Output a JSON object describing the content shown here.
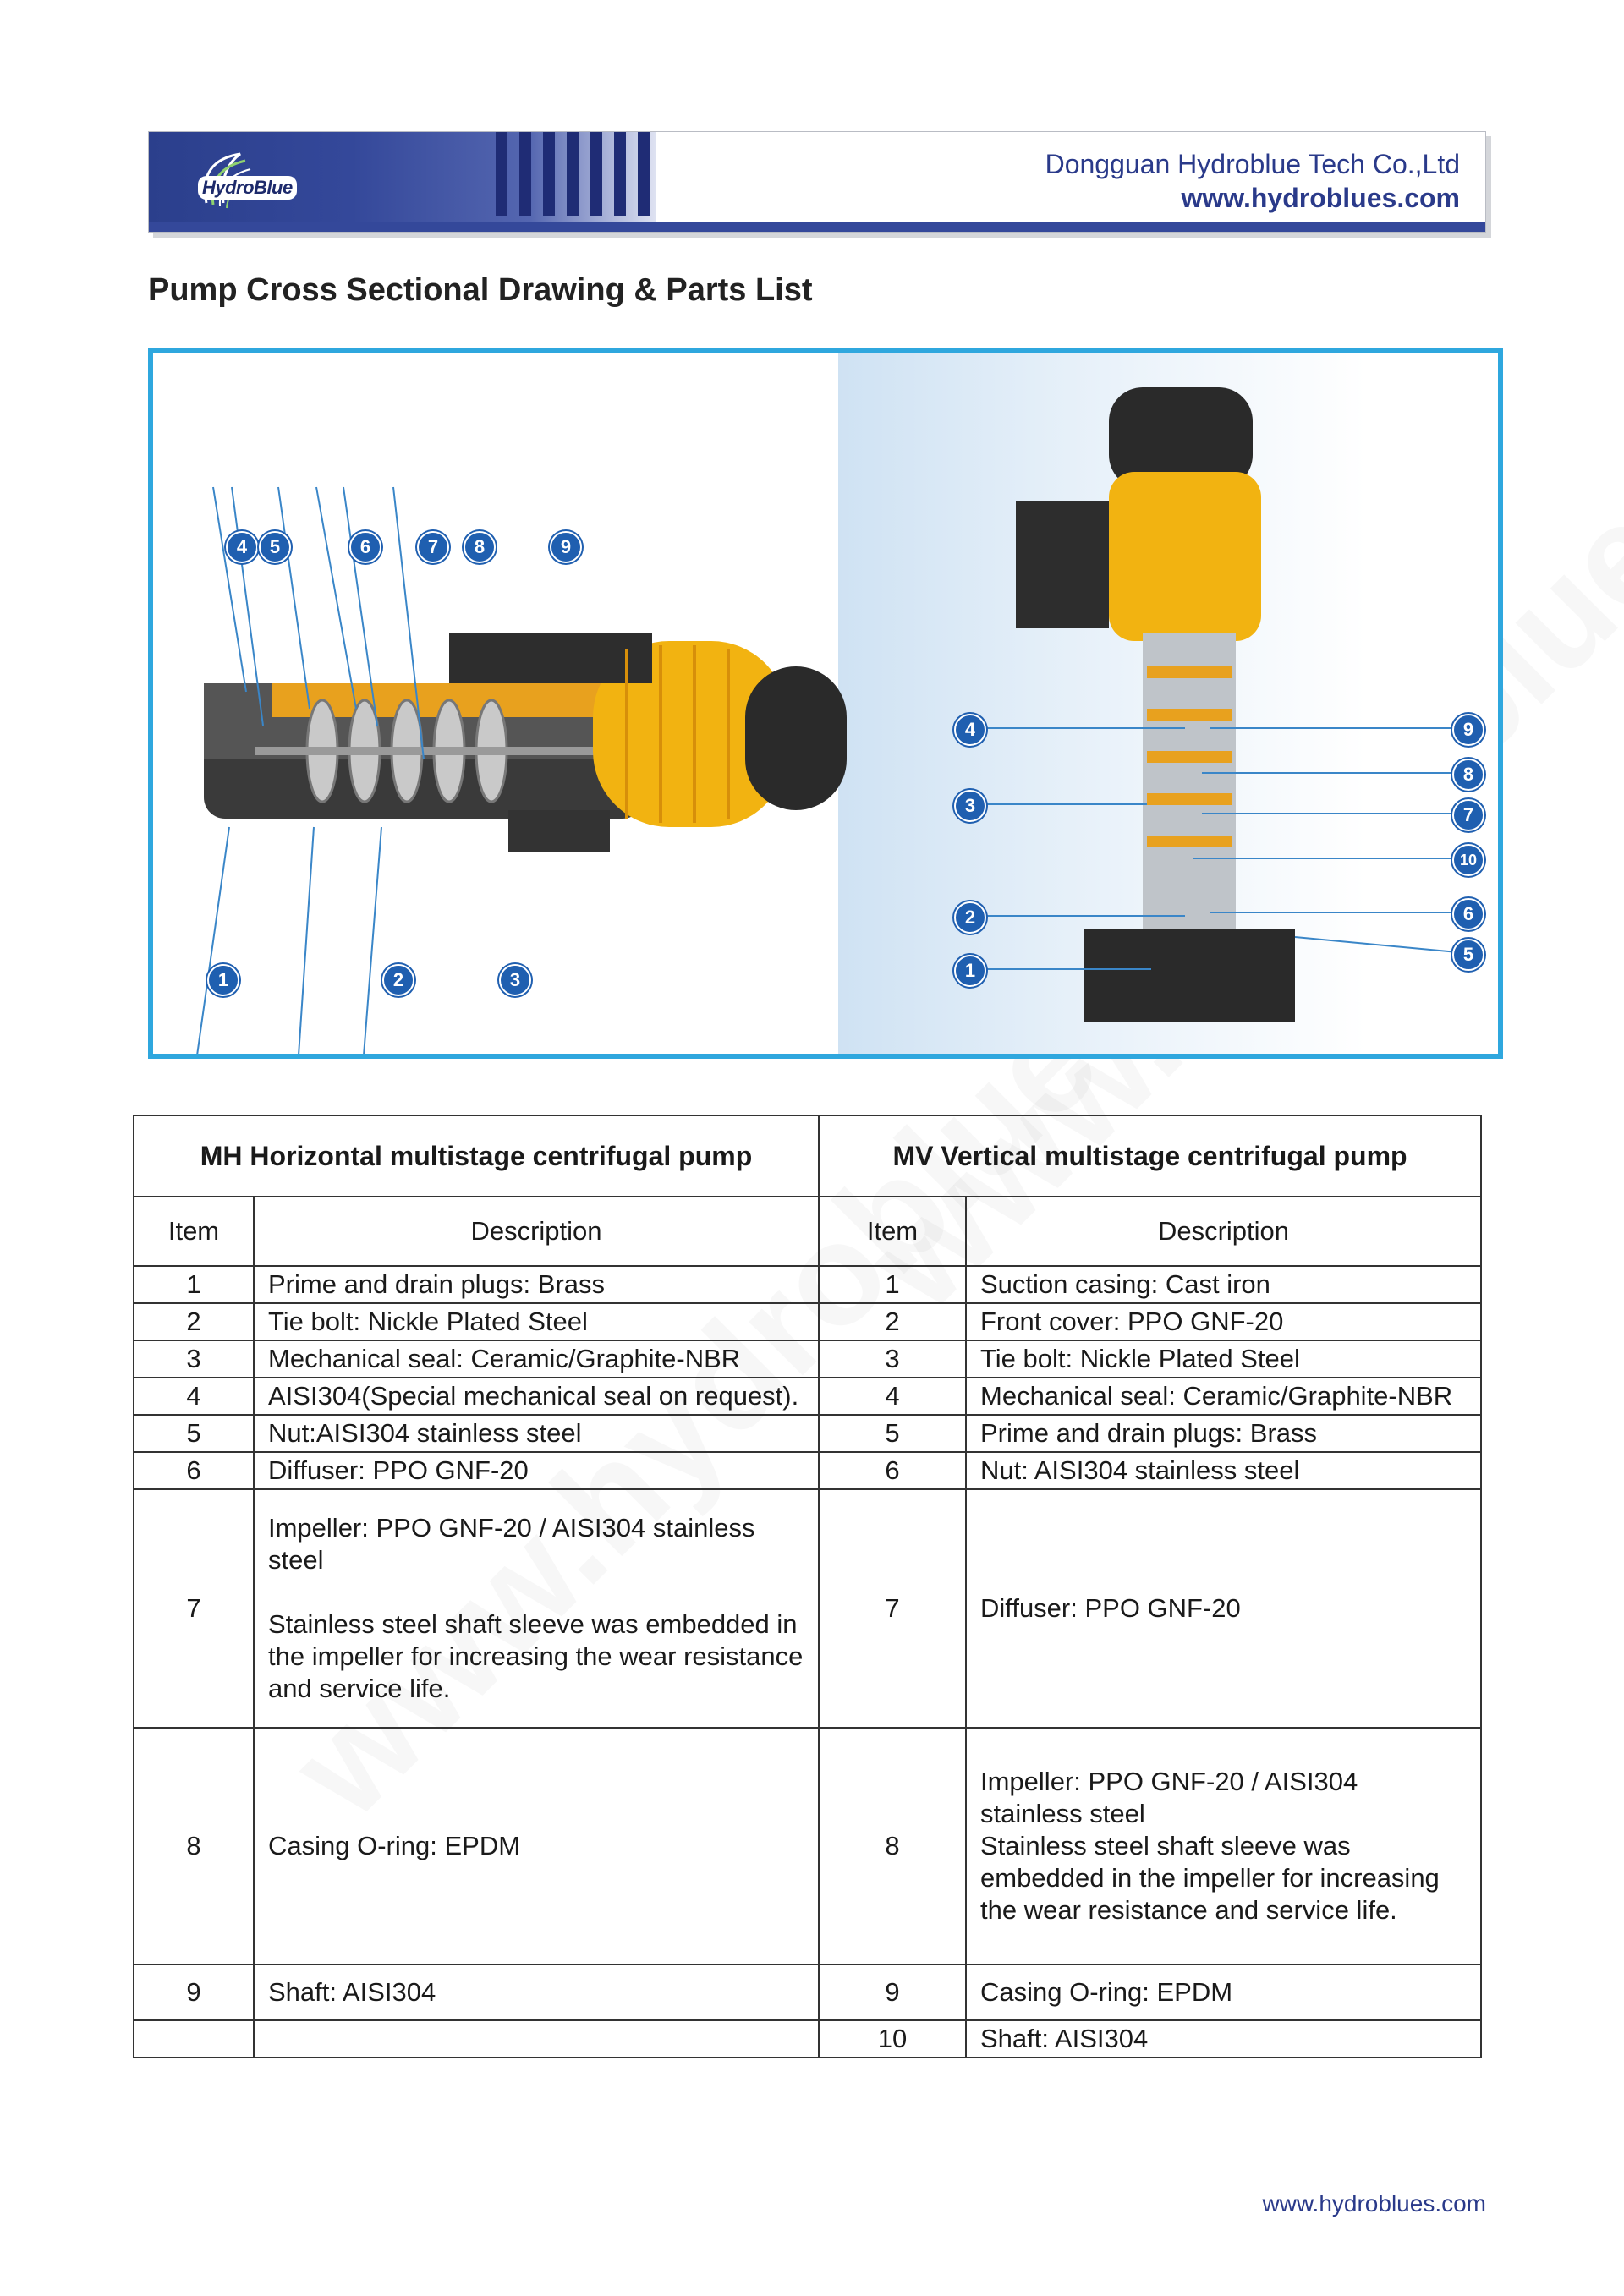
{
  "header": {
    "logo_text": "HydroBlue",
    "company_name": "Dongguan Hydroblue Tech Co.,Ltd",
    "website": "www.hydroblues.com"
  },
  "page_title": "Pump Cross Sectional Drawing & Parts List",
  "figure": {
    "horizontal_callouts": [
      "1",
      "2",
      "3",
      "4",
      "5",
      "6",
      "7",
      "8",
      "9"
    ],
    "vertical_callouts": [
      "1",
      "2",
      "3",
      "4",
      "5",
      "6",
      "7",
      "8",
      "9",
      "10"
    ]
  },
  "table": {
    "mh_title": "MH Horizontal multistage centrifugal pump",
    "mv_title": "MV Vertical multistage centrifugal pump",
    "col_item": "Item",
    "col_description": "Description",
    "rows": [
      {
        "mh_item": "1",
        "mh_desc": "Prime and drain plugs: Brass",
        "mv_item": "1",
        "mv_desc": "Suction casing: Cast iron"
      },
      {
        "mh_item": "2",
        "mh_desc": "Tie bolt: Nickle Plated Steel",
        "mv_item": "2",
        "mv_desc": "Front cover: PPO GNF-20"
      },
      {
        "mh_item": "3",
        "mh_desc": "Mechanical seal: Ceramic/Graphite-NBR",
        "mv_item": "3",
        "mv_desc": "Tie bolt: Nickle Plated Steel"
      },
      {
        "mh_item": "4",
        "mh_desc": "AISI304(Special mechanical seal on request).",
        "mv_item": "4",
        "mv_desc": "Mechanical seal: Ceramic/Graphite-NBR"
      },
      {
        "mh_item": "5",
        "mh_desc": "Nut:AISI304 stainless steel",
        "mv_item": "5",
        "mv_desc": "Prime and drain plugs: Brass"
      },
      {
        "mh_item": "6",
        "mh_desc": "Diffuser: PPO GNF-20",
        "mv_item": "6",
        "mv_desc": "Nut: AISI304 stainless steel"
      },
      {
        "mh_item": "7",
        "mh_desc_a": "Impeller: PPO GNF-20 / AISI304 stainless steel",
        "mh_desc_b": "Stainless steel shaft sleeve was embedded in the impeller for increasing the wear resistance and service life.",
        "mv_item": "7",
        "mv_desc": "Diffuser: PPO GNF-20"
      },
      {
        "mh_item": "8",
        "mh_desc": "Casing O-ring: EPDM",
        "mv_item": "8",
        "mv_desc_a": "Impeller: PPO GNF-20 / AISI304 stainless steel",
        "mv_desc_b": "Stainless steel shaft sleeve was embedded in the impeller for increasing the wear resistance and service life."
      },
      {
        "mh_item": "9",
        "mh_desc": "Shaft: AISI304",
        "mv_item": "9",
        "mv_desc": "Casing O-ring: EPDM"
      },
      {
        "mh_item": "",
        "mh_desc": "",
        "mv_item": "10",
        "mv_desc": "Shaft: AISI304"
      }
    ]
  },
  "watermark_text": "www.hydroblues.com",
  "footer": {
    "website": "www.hydroblues.com"
  }
}
